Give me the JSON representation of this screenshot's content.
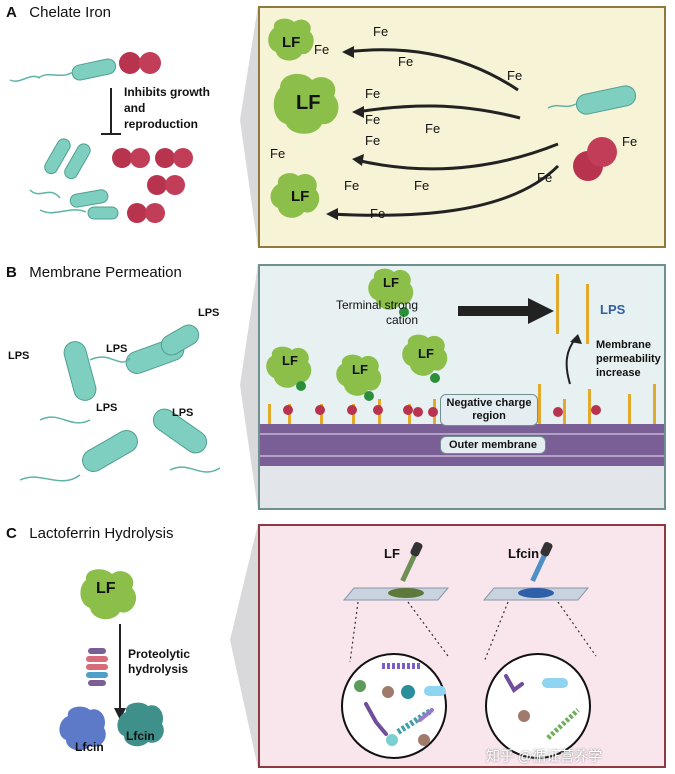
{
  "sections": {
    "a": {
      "letter": "A",
      "title": "Chelate Iron",
      "inhibit_label": "Inhibits growth and reproduction"
    },
    "b": {
      "letter": "B",
      "title": "Membrane Permeation"
    },
    "c": {
      "letter": "C",
      "title": "Lactoferrin Hydrolysis",
      "hydrolysis_label": "Proteolytic hydrolysis"
    }
  },
  "panel_a": {
    "lf_label": "LF",
    "fe_label": "Fe"
  },
  "panel_b": {
    "lf_label": "LF",
    "terminal_cation": "Terminal strong cation",
    "lps_label": "LPS",
    "membrane_perm": "Membrane permeability increase",
    "negative_region": "Negative charge region",
    "outer_membrane": "Outer membrane",
    "left_lps": "LPS"
  },
  "panel_c": {
    "lf_dropper": "LF",
    "lfcin_dropper": "Lfcin",
    "left_lf": "LF",
    "left_lfcin": "Lfcin"
  },
  "watermark": "知乎 @循证营养学",
  "colors": {
    "panel_a_bg": "#f7f3d6",
    "panel_a_border": "#8d7a3c",
    "panel_b_bg": "#e7f1f1",
    "panel_b_border": "#6f8f91",
    "panel_c_bg": "#f9e6ec",
    "panel_c_border": "#8e3a44",
    "lf_green": "#8cbf4a",
    "bacteria_teal": "#7fcfc1",
    "cocci_red": "#b8334e",
    "membrane_purple": "#7a5f96",
    "lps_yellow": "#e3a92a"
  }
}
